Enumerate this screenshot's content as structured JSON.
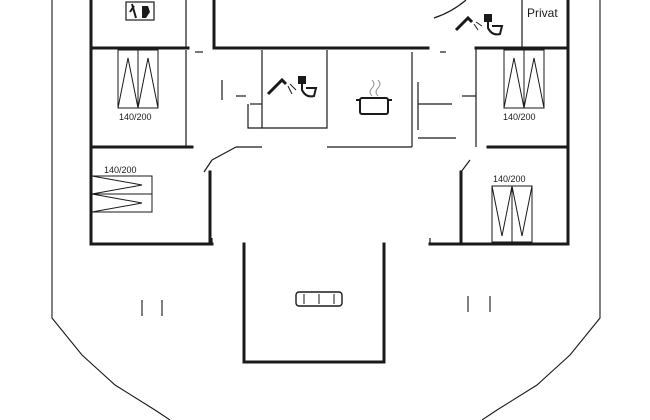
{
  "floorplan": {
    "rooms": {
      "private_room": {
        "label": "Privat"
      },
      "bedroom_top_left": {
        "bed_size": "140/200"
      },
      "bedroom_mid_left": {
        "bed_size": "140/200"
      },
      "bedroom_top_right": {
        "bed_size": "140/200"
      },
      "bedroom_mid_right": {
        "bed_size": "140/200"
      }
    },
    "icons": [
      "shower-icon",
      "toilet-icon",
      "cooking-pot-icon",
      "sofa-icon",
      "bed-icon"
    ]
  }
}
